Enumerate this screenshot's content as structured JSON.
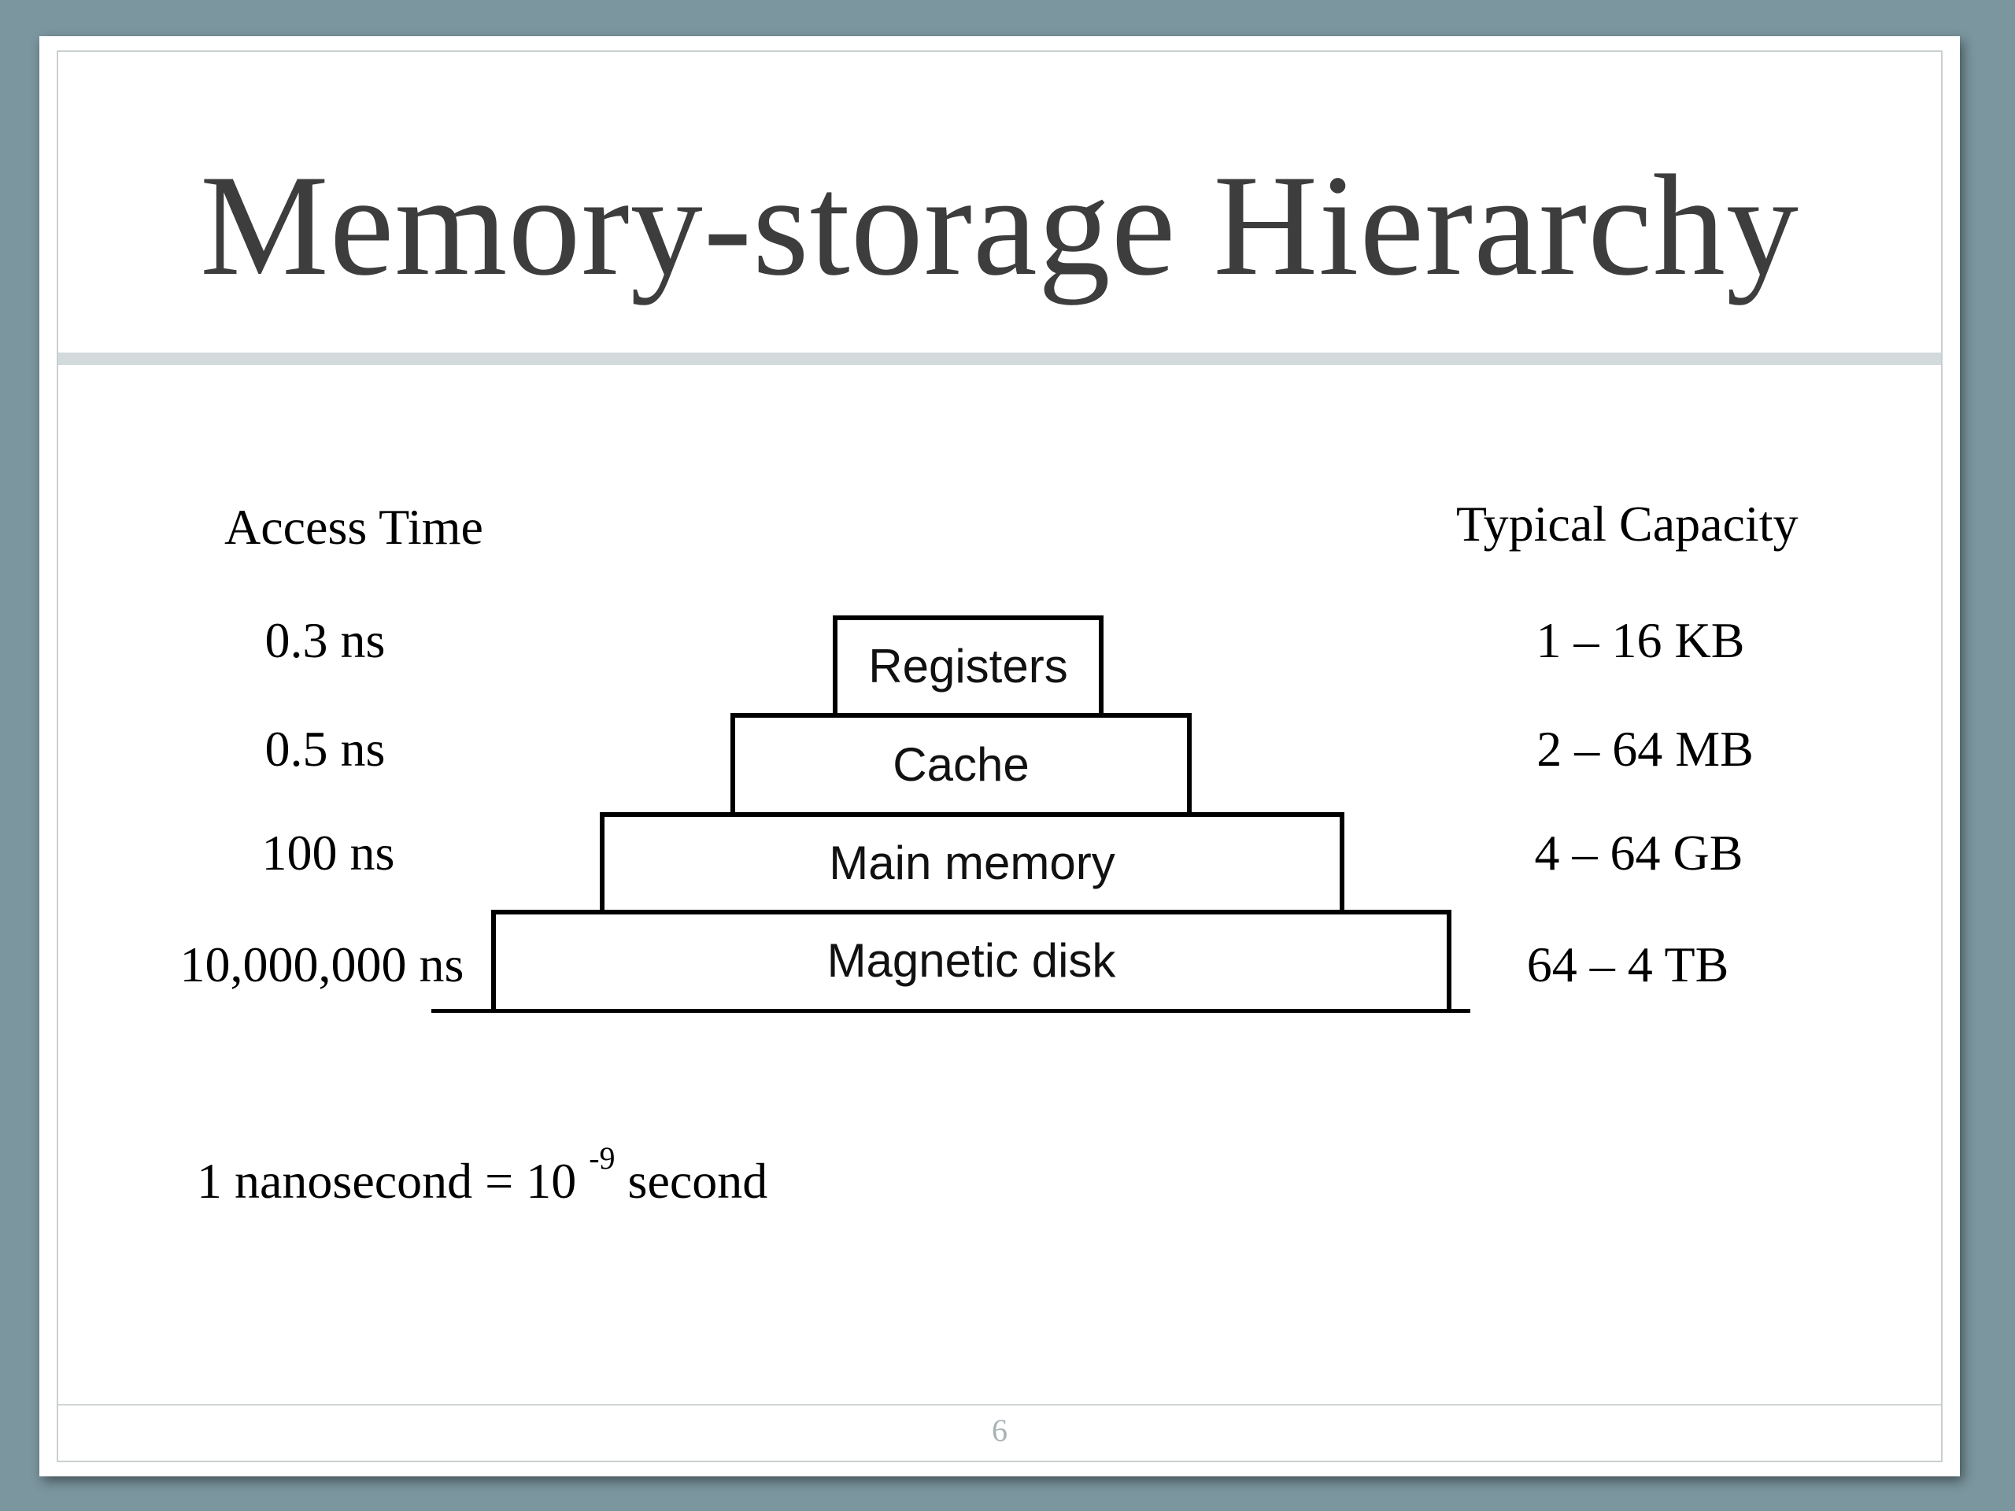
{
  "slide": {
    "title": "Memory-storage Hierarchy",
    "page_number": "6"
  },
  "columns": {
    "access_time_header": "Access Time",
    "capacity_header": "Typical Capacity"
  },
  "levels": [
    {
      "name": "Registers",
      "access_time": "0.3 ns",
      "capacity": "1 – 16 KB"
    },
    {
      "name": "Cache",
      "access_time": "0.5 ns",
      "capacity": "2 – 64 MB"
    },
    {
      "name": "Main memory",
      "access_time": "100 ns",
      "capacity": "4 – 64 GB"
    },
    {
      "name": "Magnetic disk",
      "access_time": "10,000,000 ns",
      "capacity": "64 – 4 TB"
    }
  ],
  "footnote": {
    "prefix": "1 nanosecond = 10",
    "exponent": "-9",
    "suffix": "second"
  }
}
